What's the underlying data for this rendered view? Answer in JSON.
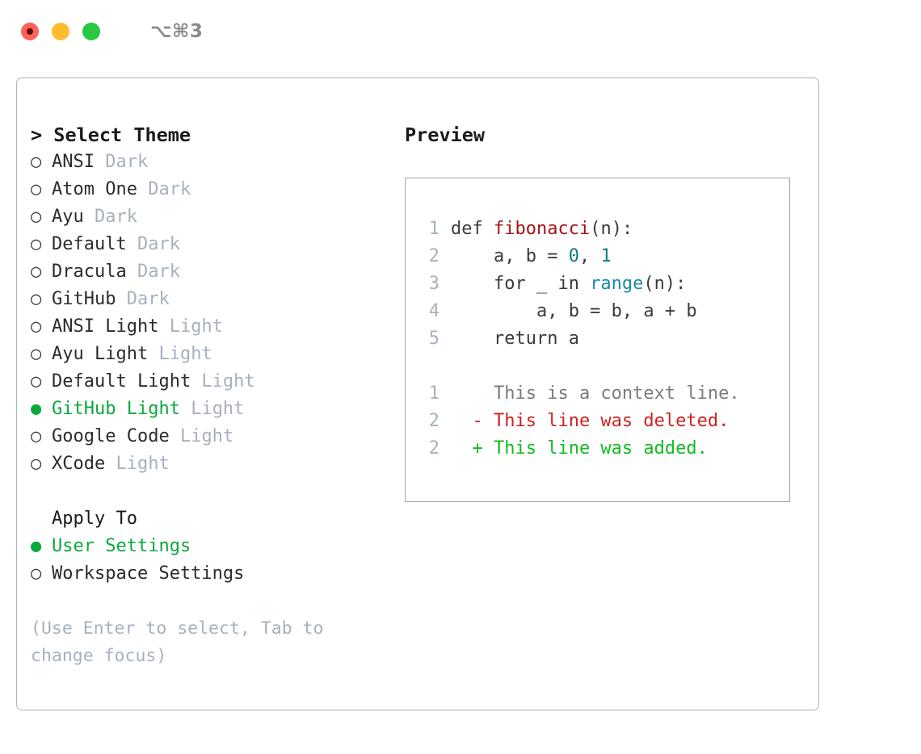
{
  "titlebar": {
    "shortcut": "⌥⌘3",
    "lights": [
      "close-red",
      "minimize-yellow",
      "zoom-green"
    ]
  },
  "theme_picker": {
    "header": "> Select Theme",
    "header_caret": ">",
    "header_text": "Select Theme",
    "marker_unselected": "○",
    "marker_selected": "●",
    "accent_green": "#0ba83c",
    "suffix_color": "#a7b1bf",
    "items": [
      {
        "label": "ANSI",
        "suffix": "Dark",
        "selected": false
      },
      {
        "label": "Atom One",
        "suffix": "Dark",
        "selected": false
      },
      {
        "label": "Ayu",
        "suffix": "Dark",
        "selected": false
      },
      {
        "label": "Default",
        "suffix": "Dark",
        "selected": false
      },
      {
        "label": "Dracula",
        "suffix": "Dark",
        "selected": false
      },
      {
        "label": "GitHub",
        "suffix": "Dark",
        "selected": false
      },
      {
        "label": "ANSI Light",
        "suffix": "Light",
        "selected": false
      },
      {
        "label": "Ayu Light",
        "suffix": "Light",
        "selected": false
      },
      {
        "label": "Default Light",
        "suffix": "Light",
        "selected": false
      },
      {
        "label": "GitHub Light",
        "suffix": "Light",
        "selected": true
      },
      {
        "label": "Google Code",
        "suffix": "Light",
        "selected": false
      },
      {
        "label": "XCode",
        "suffix": "Light",
        "selected": false
      }
    ]
  },
  "apply_to": {
    "header": "Apply To",
    "items": [
      {
        "label": "User Settings",
        "selected": true
      },
      {
        "label": "Workspace Settings",
        "selected": false
      }
    ]
  },
  "hint": "(Use Enter to select, Tab to change focus)",
  "preview": {
    "title": "Preview",
    "code_lines": [
      {
        "no": "1",
        "segments": [
          {
            "text": "def ",
            "tok": "plain"
          },
          {
            "text": "fibonacci",
            "tok": "fn"
          },
          {
            "text": "(n):",
            "tok": "plain"
          }
        ]
      },
      {
        "no": "2",
        "segments": [
          {
            "text": "    a, b = ",
            "tok": "plain"
          },
          {
            "text": "0",
            "tok": "num"
          },
          {
            "text": ", ",
            "tok": "plain"
          },
          {
            "text": "1",
            "tok": "num"
          }
        ]
      },
      {
        "no": "3",
        "segments": [
          {
            "text": "    for _ in ",
            "tok": "plain"
          },
          {
            "text": "range",
            "tok": "call"
          },
          {
            "text": "(n):",
            "tok": "plain"
          }
        ]
      },
      {
        "no": "4",
        "segments": [
          {
            "text": "        a, b = b, a + b",
            "tok": "plain"
          }
        ]
      },
      {
        "no": "5",
        "segments": [
          {
            "text": "    return a",
            "tok": "plain"
          }
        ]
      }
    ],
    "diff_lines": [
      {
        "no": "1",
        "marker": " ",
        "text": "This is a context line.",
        "kind": "context"
      },
      {
        "no": "2",
        "marker": "-",
        "text": "This line was deleted.",
        "kind": "deleted"
      },
      {
        "no": "2",
        "marker": "+",
        "text": "This line was added.",
        "kind": "added"
      }
    ],
    "colors": {
      "function": "#a31515",
      "number": "#0e7c78",
      "call": "#1789a8",
      "context": "#7c7c7c",
      "deleted": "#cc2222",
      "added": "#12bb22",
      "lineno": "#a7b1bf"
    }
  }
}
